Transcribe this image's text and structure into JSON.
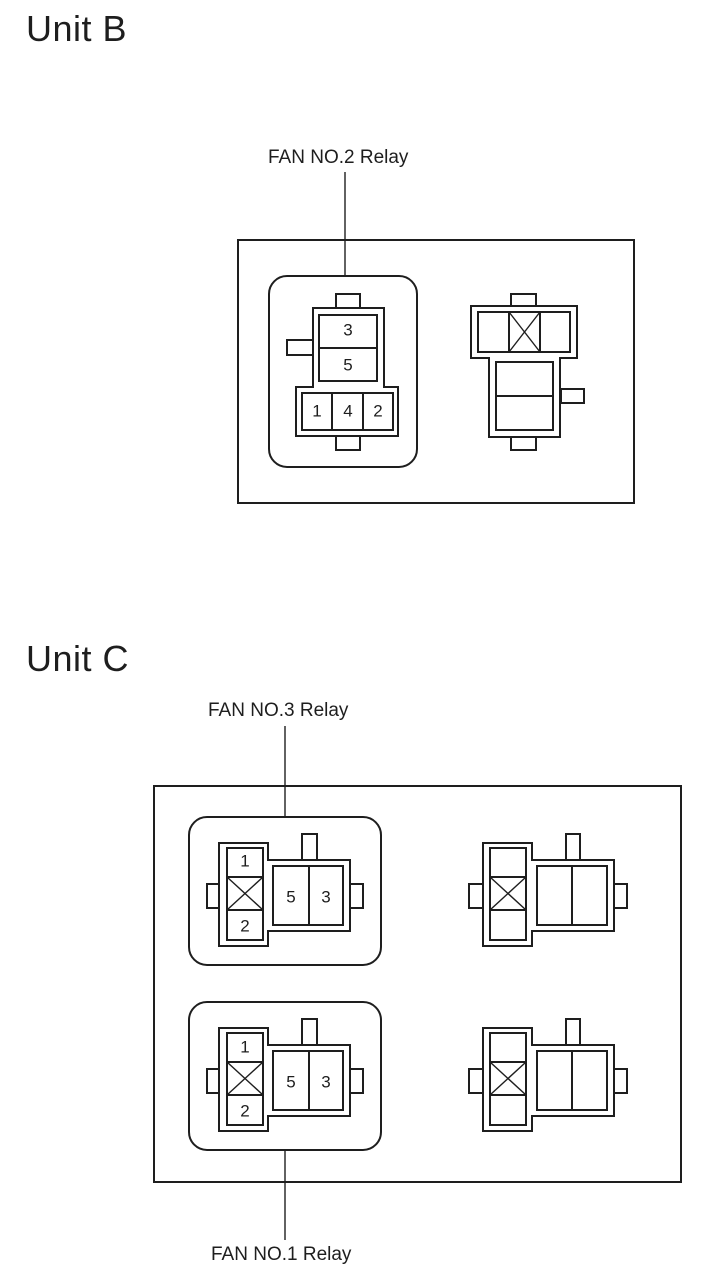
{
  "unit_b": {
    "title": "Unit B",
    "relay_label": "FAN NO.2 Relay",
    "relay_pins": {
      "top": "3",
      "middle": "5",
      "bottom_left": "1",
      "bottom_center": "4",
      "bottom_right": "2"
    }
  },
  "unit_c": {
    "title": "Unit C",
    "relay_top_label": "FAN NO.3 Relay",
    "relay_bottom_label": "FAN NO.1 Relay",
    "relay_top_pins": {
      "upper_left": "1",
      "lower_left": "2",
      "right_a": "5",
      "right_b": "3"
    },
    "relay_bottom_pins": {
      "upper_left": "1",
      "lower_left": "2",
      "right_a": "5",
      "right_b": "3"
    }
  }
}
